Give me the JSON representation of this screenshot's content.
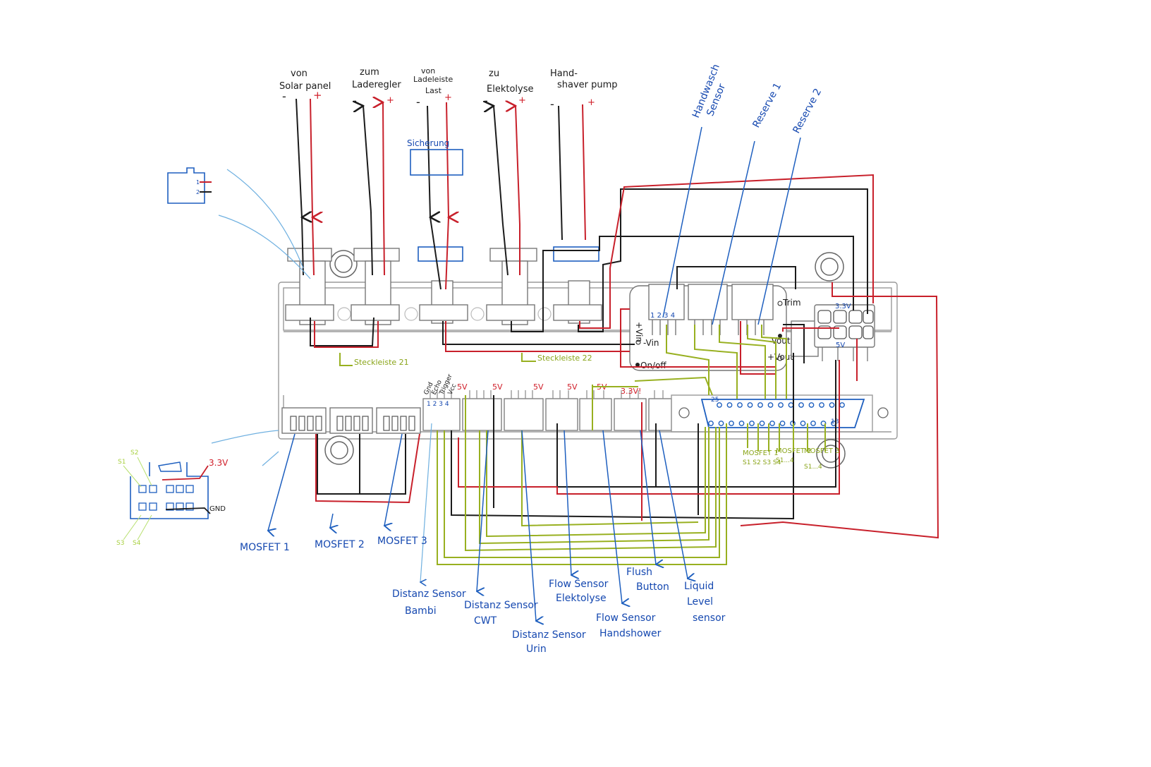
{
  "colors": {
    "black_wire": "#1b1b1b",
    "red_wire": "#c8202b",
    "green_wire": "#98b020",
    "blue_ink": "#1548b0",
    "board_outline": "#9a9a9a"
  },
  "top_terminals": [
    {
      "lines": [
        "von",
        "Solar panel"
      ],
      "minus": "-",
      "plus": "+"
    },
    {
      "lines": [
        "zum",
        "Laderegler"
      ],
      "minus": "-",
      "plus": "+"
    },
    {
      "lines": [
        "von",
        "Ladeleiste",
        "Last"
      ],
      "minus": "-",
      "plus": "+"
    },
    {
      "lines": [
        "zu",
        "Elektolyse"
      ],
      "minus": "-",
      "plus": "+"
    },
    {
      "lines": [
        "Hand-",
        "shaver pump"
      ],
      "minus": "-",
      "plus": "+"
    }
  ],
  "fuse_label": "Sicherung",
  "right_sensors": [
    {
      "lines": [
        "Handwasch",
        "Sensor"
      ]
    },
    {
      "lines": [
        "Reserve 1"
      ]
    },
    {
      "lines": [
        "Reserve 2"
      ]
    }
  ],
  "dcdc": {
    "plus_vin": "+Vin",
    "minus_vin": "-Vin",
    "on_off": "On/off",
    "trim": "Trim",
    "minus_vout": "-Vout",
    "plus_vout": "+Vout"
  },
  "steckleiste": [
    "Steckleiste 21",
    "Steckleiste 22"
  ],
  "header_labels": {
    "gnd": "Gnd",
    "echo": "Echo",
    "trigger": "Trigger",
    "vcc": "Vcc",
    "v5": "5V",
    "v33": "3.3V!"
  },
  "pin_numbers": {
    "p1": "1",
    "p2": "2",
    "p3": "3",
    "p4": "4",
    "d25": "25",
    "d13": "13"
  },
  "power_header": {
    "v33": "3.3V",
    "v5": "5V"
  },
  "dsub_labels": [
    "MOSFET 1",
    "MOSFET 2",
    "MOSFET 3",
    "S1 S2 S3 S4",
    "S1...4",
    "S1...4"
  ],
  "left_mosfets": [
    "MOSFET 1",
    "MOSFET 2",
    "MOSFET 3"
  ],
  "small_connector": {
    "v33": "3.3V",
    "gnd": "GND",
    "s1": "S1",
    "s2": "S2",
    "s3": "S3",
    "s4": "S4",
    "pin1": "1",
    "pin2": "2"
  },
  "bottom_sensors": [
    {
      "lines": [
        "Distanz Sensor",
        "Bambi"
      ]
    },
    {
      "lines": [
        "Distanz Sensor",
        "CWT"
      ]
    },
    {
      "lines": [
        "Distanz Sensor",
        "Urin"
      ]
    },
    {
      "lines": [
        "Flow Sensor",
        "Elektolyse"
      ]
    },
    {
      "lines": [
        "Flow Sensor",
        "Handshower"
      ]
    },
    {
      "lines": [
        "Flush",
        "Button"
      ]
    },
    {
      "lines": [
        "Liquid",
        "Level",
        "sensor"
      ]
    }
  ]
}
